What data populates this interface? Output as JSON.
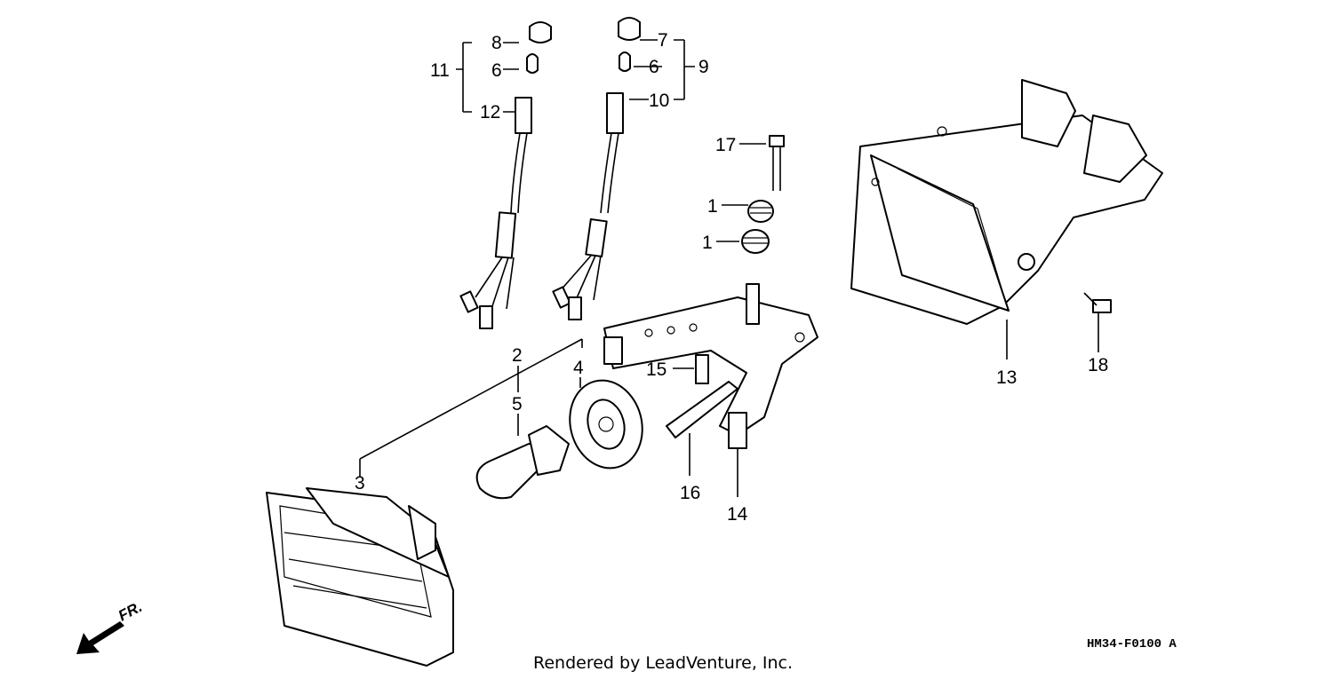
{
  "callouts": {
    "c1a": "1",
    "c1b": "1",
    "c2": "2",
    "c3": "3",
    "c4": "4",
    "c5": "5",
    "c6a": "6",
    "c6b": "6",
    "c7": "7",
    "c8": "8",
    "c9": "9",
    "c10": "10",
    "c11": "11",
    "c12": "12",
    "c13": "13",
    "c14": "14",
    "c15": "15",
    "c16": "16",
    "c17": "17",
    "c18": "18"
  },
  "diagram_code": "HM34-F0100 A",
  "front_marker": "FR.",
  "credit": "Rendered by LeadVenture, Inc.",
  "icons": {
    "direction": "arrow-down-left-icon"
  }
}
